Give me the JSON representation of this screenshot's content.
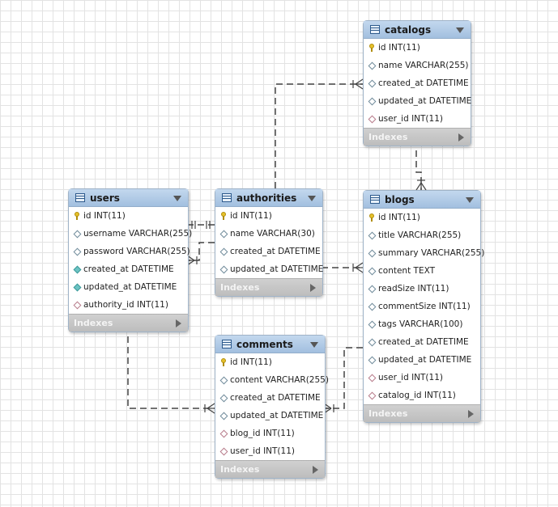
{
  "indexes_label": "Indexes",
  "tables": [
    {
      "id": "catalogs",
      "name": "catalogs",
      "columns": [
        {
          "label": "id INT(11)",
          "icon": "primary-key-icon"
        },
        {
          "label": "name VARCHAR(255)",
          "icon": "column-icon"
        },
        {
          "label": "created_at DATETIME",
          "icon": "column-icon"
        },
        {
          "label": "updated_at DATETIME",
          "icon": "column-icon"
        },
        {
          "label": "user_id INT(11)",
          "icon": "foreign-key-icon"
        }
      ]
    },
    {
      "id": "users",
      "name": "users",
      "columns": [
        {
          "label": "id INT(11)",
          "icon": "primary-key-icon"
        },
        {
          "label": "username VARCHAR(255)",
          "icon": "column-icon"
        },
        {
          "label": "password VARCHAR(255)",
          "icon": "column-icon"
        },
        {
          "label": "created_at DATETIME",
          "icon": "not-null-column-icon"
        },
        {
          "label": "updated_at DATETIME",
          "icon": "not-null-column-icon"
        },
        {
          "label": "authority_id INT(11)",
          "icon": "foreign-key-icon"
        }
      ]
    },
    {
      "id": "authorities",
      "name": "authorities",
      "columns": [
        {
          "label": "id INT(11)",
          "icon": "primary-key-icon"
        },
        {
          "label": "name VARCHAR(30)",
          "icon": "column-icon"
        },
        {
          "label": "created_at DATETIME",
          "icon": "column-icon"
        },
        {
          "label": "updated_at DATETIME",
          "icon": "column-icon"
        }
      ]
    },
    {
      "id": "blogs",
      "name": "blogs",
      "columns": [
        {
          "label": "id INT(11)",
          "icon": "primary-key-icon"
        },
        {
          "label": "title VARCHAR(255)",
          "icon": "column-icon"
        },
        {
          "label": "summary VARCHAR(255)",
          "icon": "column-icon"
        },
        {
          "label": "content TEXT",
          "icon": "column-icon"
        },
        {
          "label": "readSize INT(11)",
          "icon": "column-icon"
        },
        {
          "label": "commentSize INT(11)",
          "icon": "column-icon"
        },
        {
          "label": "tags VARCHAR(100)",
          "icon": "column-icon"
        },
        {
          "label": "created_at DATETIME",
          "icon": "column-icon"
        },
        {
          "label": "updated_at DATETIME",
          "icon": "column-icon"
        },
        {
          "label": "user_id INT(11)",
          "icon": "foreign-key-icon"
        },
        {
          "label": "catalog_id INT(11)",
          "icon": "foreign-key-icon"
        }
      ]
    },
    {
      "id": "comments",
      "name": "comments",
      "columns": [
        {
          "label": "id INT(11)",
          "icon": "primary-key-icon"
        },
        {
          "label": "content VARCHAR(255)",
          "icon": "column-icon"
        },
        {
          "label": "created_at DATETIME",
          "icon": "column-icon"
        },
        {
          "label": "updated_at DATETIME",
          "icon": "column-icon"
        },
        {
          "label": "blog_id INT(11)",
          "icon": "foreign-key-icon"
        },
        {
          "label": "user_id INT(11)",
          "icon": "foreign-key-icon"
        }
      ]
    }
  ],
  "relationships": [
    {
      "id": "authorities-catalogs",
      "from": "authorities",
      "to": "catalogs",
      "from_end": "one",
      "to_end": "many"
    },
    {
      "id": "catalogs-blogs",
      "from": "catalogs",
      "to": "blogs",
      "from_end": "one",
      "to_end": "many"
    },
    {
      "id": "users-authorities",
      "from": "authorities",
      "to": "users",
      "from_end": "one",
      "to_end": "many"
    },
    {
      "id": "users-authorities-2",
      "from": "authorities",
      "to": "users",
      "from_end": "one",
      "to_end": "one"
    },
    {
      "id": "authorities-blogs",
      "from": "authorities",
      "to": "blogs",
      "from_end": "one",
      "to_end": "many"
    },
    {
      "id": "users-comments",
      "from": "users",
      "to": "comments",
      "from_end": "one",
      "to_end": "many"
    },
    {
      "id": "blogs-comments",
      "from": "blogs",
      "to": "comments",
      "from_end": "one",
      "to_end": "many"
    }
  ]
}
